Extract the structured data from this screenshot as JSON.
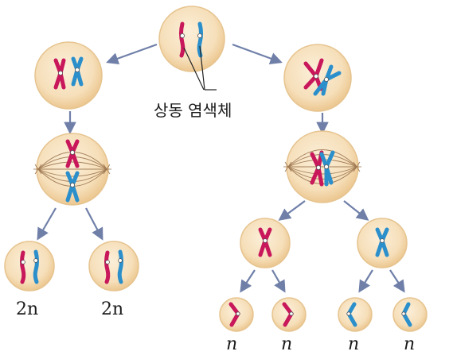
{
  "labels": {
    "homologous": "상동 염색체",
    "two_n": "2n",
    "n": "n"
  },
  "colors": {
    "cell_fill": "#f7e3c2",
    "cell_edge": "#e6c48f",
    "red": "#c8175a",
    "blue": "#2a8fcb",
    "arrow": "#6f7fa8",
    "spindle": "#9c7650"
  },
  "icons": {
    "arrow": "arrow-icon",
    "chromosome": "chromosome-icon",
    "cell": "cell-icon"
  }
}
